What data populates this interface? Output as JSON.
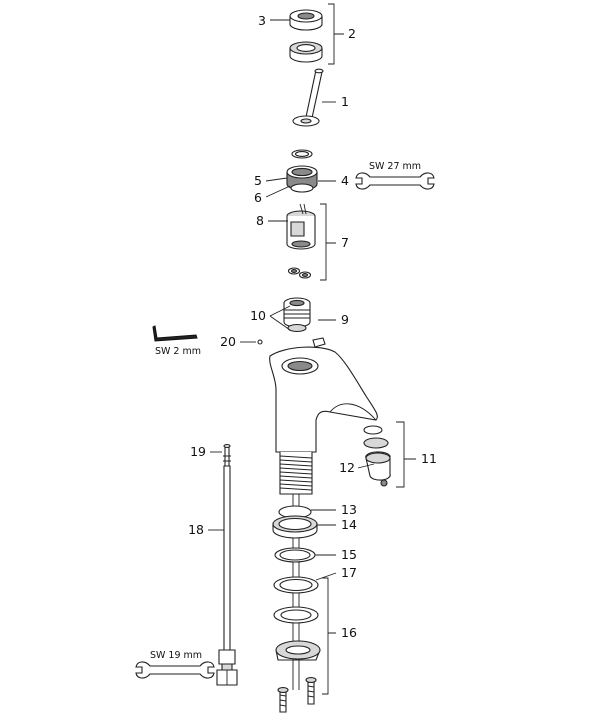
{
  "diagram": {
    "part_numbers": [
      "1",
      "2",
      "3",
      "4",
      "5",
      "6",
      "7",
      "8",
      "9",
      "10",
      "11",
      "12",
      "13",
      "14",
      "15",
      "16",
      "17",
      "18",
      "19",
      "20"
    ],
    "tool_labels": {
      "wrench_27": "SW 27 mm",
      "hex_key_2": "SW 2 mm",
      "wrench_19": "SW 19 mm"
    }
  }
}
